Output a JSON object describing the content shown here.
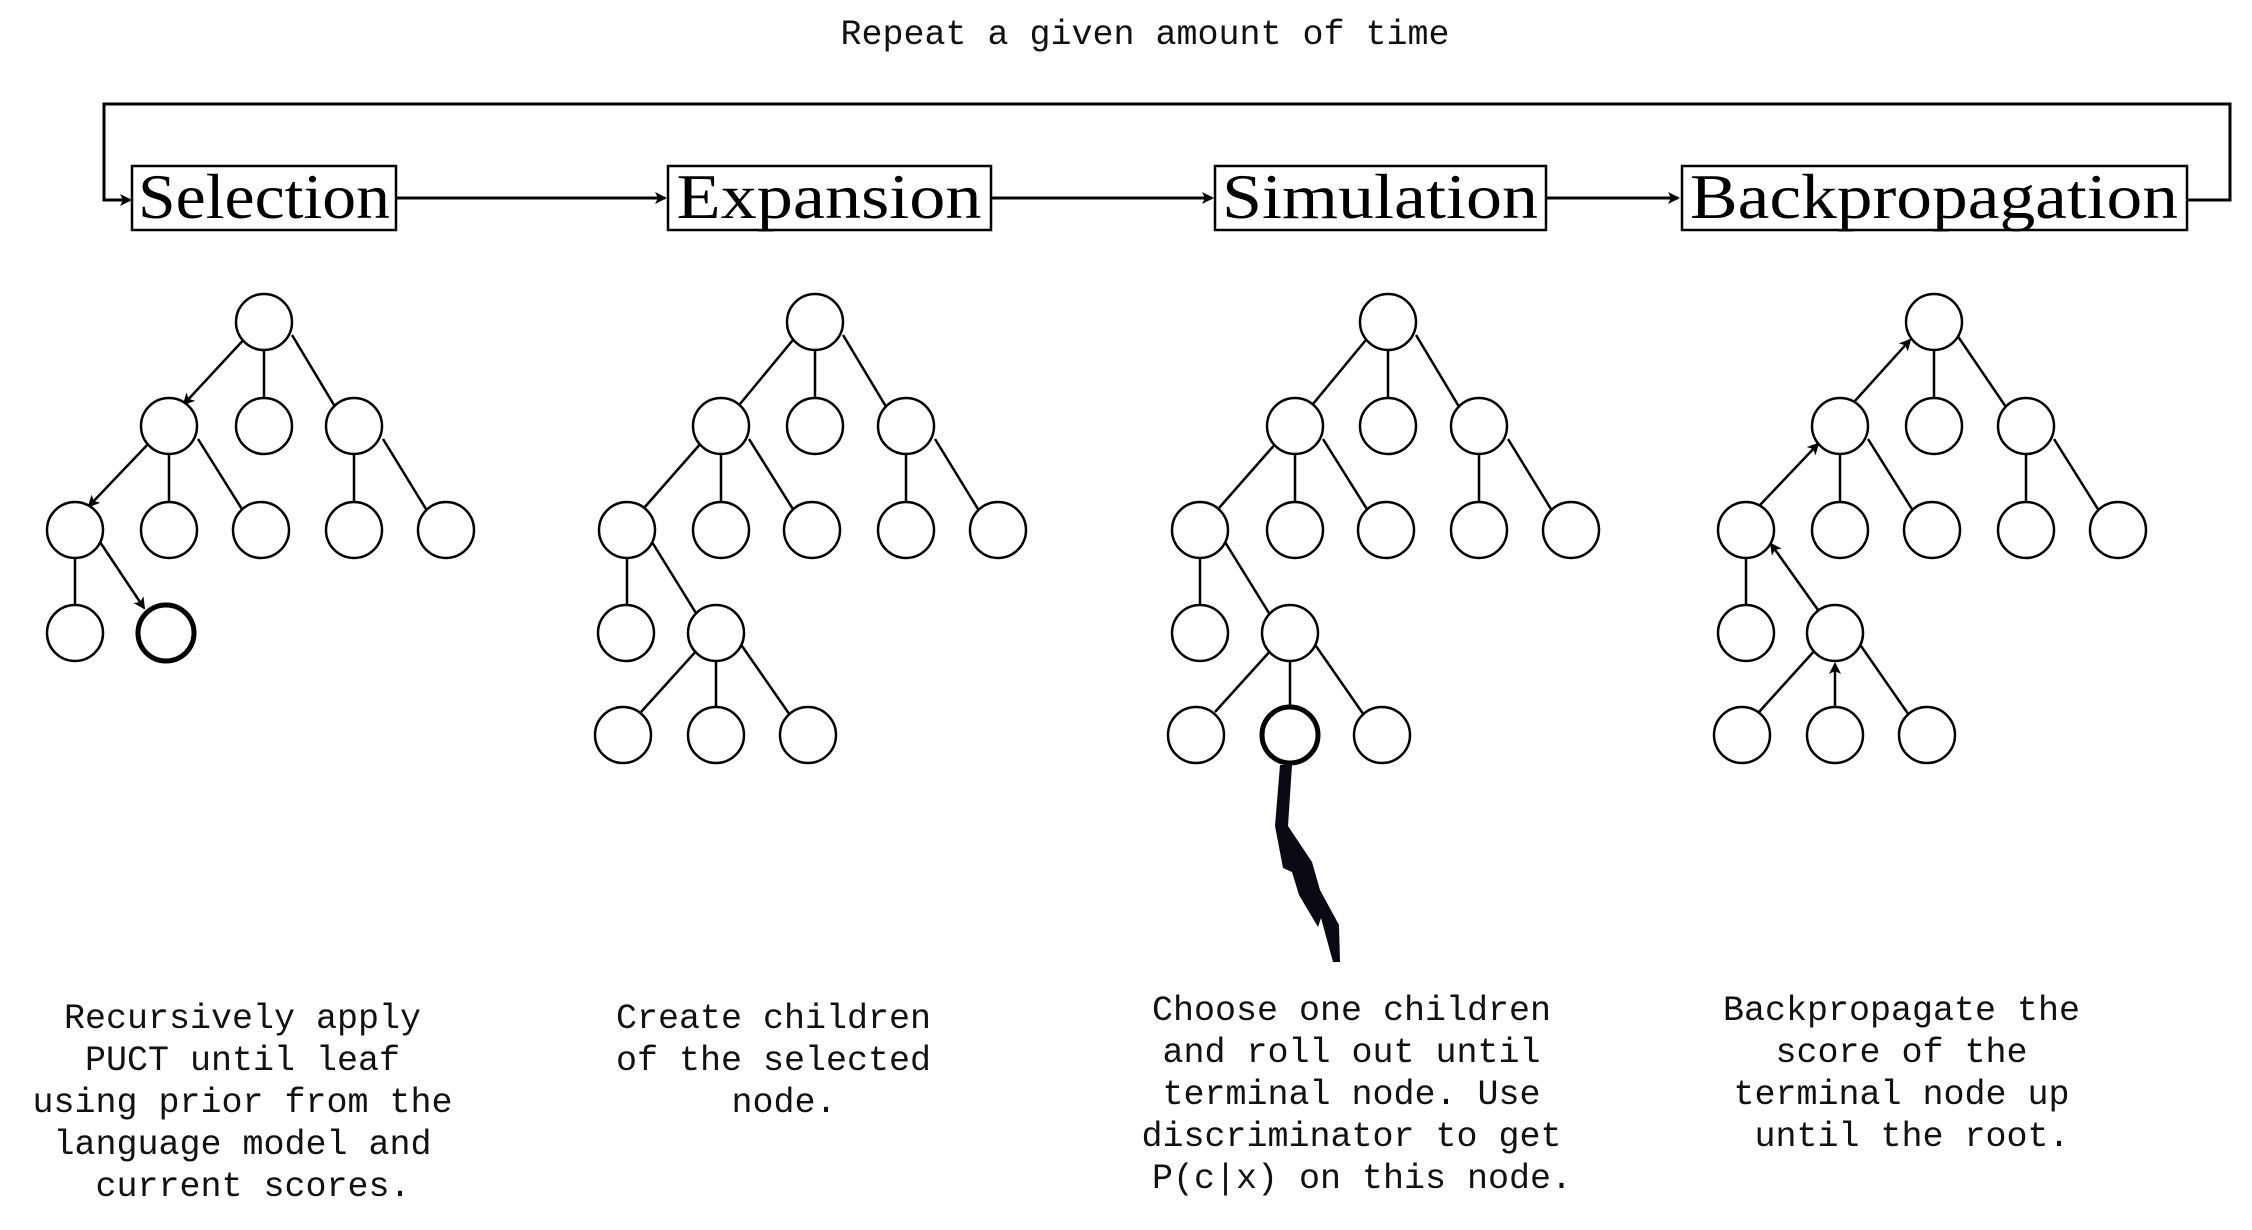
{
  "loop_label": "Repeat a given amount of time",
  "steps": [
    {
      "label": "Selection",
      "description": [
        "Recursively apply",
        "PUCT until leaf",
        "using prior from the",
        "language model and",
        "current scores."
      ]
    },
    {
      "label": "Expansion",
      "description": [
        "Create children",
        "of the selected",
        "node."
      ]
    },
    {
      "label": "Simulation",
      "description": [
        "Choose one children",
        "and roll out until",
        "terminal node. Use",
        "discriminator to get",
        "P(c|x) on this node."
      ]
    },
    {
      "label": "Backpropagation",
      "description": [
        "Backpropagate the",
        "score of the",
        "terminal node up",
        "until the root."
      ]
    }
  ]
}
